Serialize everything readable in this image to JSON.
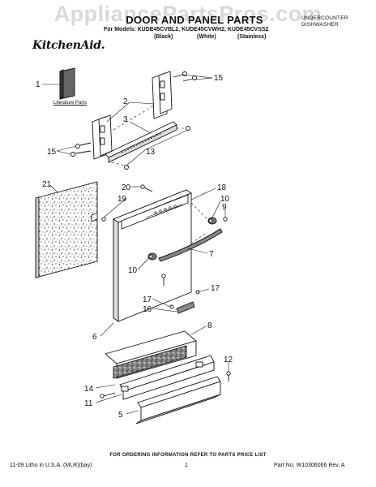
{
  "watermark": "AppliancePartsPros.com",
  "header": {
    "title": "DOOR AND PANEL PARTS",
    "category_line1": "UNDERCOUNTER",
    "category_line2": "DISHWASHER",
    "models_line": "For Models: KUDE45CVBL2, KUDE45CVWH2, KUDE45CVSS2",
    "finish_black": "(Black)",
    "finish_white": "(White)",
    "finish_stainless": "(Stainless)",
    "brand": "KitchenAid."
  },
  "diagram": {
    "literature_label": "Literature Parts",
    "callouts": [
      "1",
      "15",
      "2",
      "3",
      "15",
      "13",
      "21",
      "20",
      "19",
      "18",
      "10",
      "9",
      "7",
      "10",
      "17",
      "17",
      "16",
      "6",
      "8",
      "12",
      "14",
      "11",
      "5"
    ]
  },
  "footer": {
    "note": "FOR ORDERING INFORMATION REFER TO PARTS PRICE LIST",
    "left": "11-09 Litho in U.S.A. (MLR)(bay)",
    "page": "1",
    "part_no": "Part No. W10306066 Rev. A"
  }
}
